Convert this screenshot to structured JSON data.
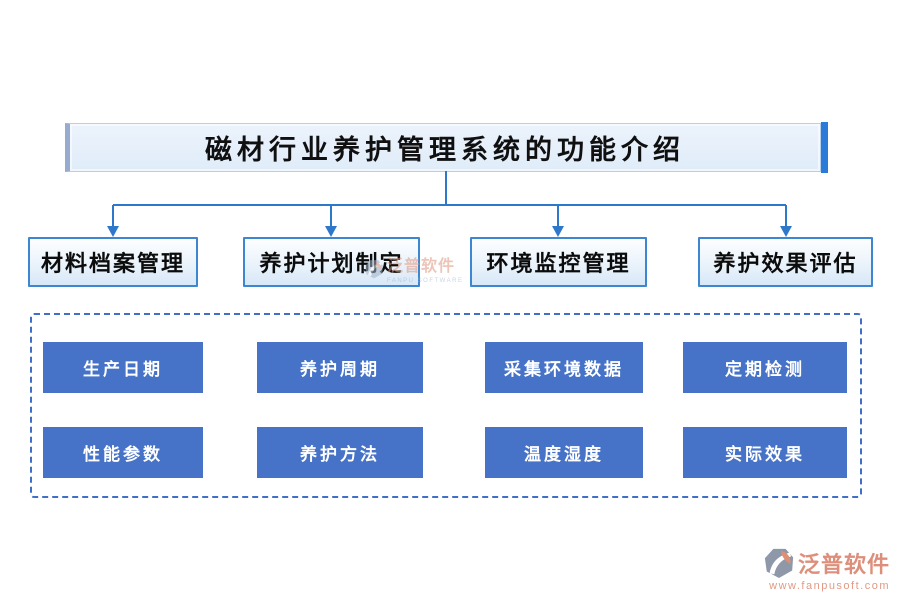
{
  "title": "磁材行业养护管理系统的功能介绍",
  "modules": [
    {
      "label": "材料档案管理"
    },
    {
      "label": "养护计划制定"
    },
    {
      "label": "环境监控管理"
    },
    {
      "label": "养护效果评估"
    }
  ],
  "features": [
    {
      "label": "生产日期"
    },
    {
      "label": "养护周期"
    },
    {
      "label": "采集环境数据"
    },
    {
      "label": "定期检测"
    },
    {
      "label": "性能参数"
    },
    {
      "label": "养护方法"
    },
    {
      "label": "温度湿度"
    },
    {
      "label": "实际效果"
    }
  ],
  "watermark": {
    "brand": "泛普软件",
    "sub": "FANPU SOFTWARE"
  },
  "footer": {
    "brand": "泛普软件",
    "url": "www.fanpusoft.com"
  },
  "colors": {
    "connector_blue": "#2e78cc",
    "button_blue": "#4673c8",
    "box_border_blue": "#3c86d2",
    "title_fill": "#e4eefa",
    "title_shadow_strip": "#2a7ad8",
    "dashed_border": "#3f6fc6",
    "brand_salmon": "#dd8f7b",
    "brand_gray": "#8e98a8"
  }
}
